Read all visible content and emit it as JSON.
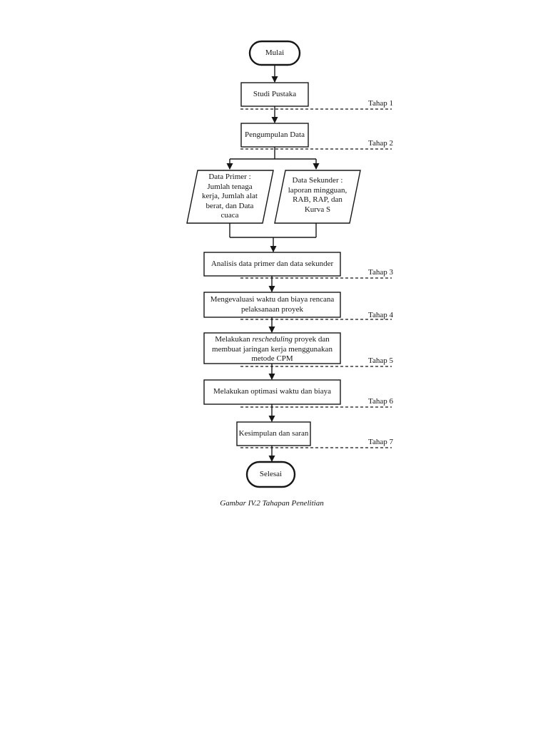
{
  "page": {
    "background": "#ffffff",
    "ink_color": "#161616",
    "caption": "Gambar IV.2 Tahapan Penelitian"
  },
  "flowchart": {
    "nodes": {
      "start": {
        "type": "terminator",
        "label": "Mulai"
      },
      "studi_pustaka": {
        "type": "process",
        "label": "Studi Pustaka"
      },
      "pengumpulan_data": {
        "type": "process",
        "label": "Pengumpulan Data"
      },
      "data_primer": {
        "type": "data-parallelogram",
        "label": "Data Primer :\nJumlah tenaga\nkerja, Jumlah alat\nberat, dan Data\ncuaca"
      },
      "data_sekunder": {
        "type": "data-parallelogram",
        "label": "Data Sekunder :\nlaporan mingguan,\nRAB, RAP, dan\nKurva S"
      },
      "analisis": {
        "type": "process",
        "label": "Analisis data primer dan data sekunder"
      },
      "evaluasi": {
        "type": "process",
        "label": "Mengevaluasi waktu dan biaya rencana\npelaksanaan proyek"
      },
      "rescheduling": {
        "type": "process",
        "label_prefix": "Melakukan ",
        "label_italic": "rescheduling",
        "label_suffix": " proyek dan membuat jaringan kerja menggunakan metode CPM"
      },
      "optimasi": {
        "type": "process",
        "label": "Melakukan optimasi waktu dan biaya"
      },
      "kesimpulan": {
        "type": "process",
        "label": "Kesimpulan dan saran"
      },
      "end": {
        "type": "terminator",
        "label": "Selesai"
      }
    },
    "stage_labels": [
      "Tahap 1",
      "Tahap 2",
      "Tahap 3",
      "Tahap 4",
      "Tahap 5",
      "Tahap 6",
      "Tahap 7"
    ]
  }
}
